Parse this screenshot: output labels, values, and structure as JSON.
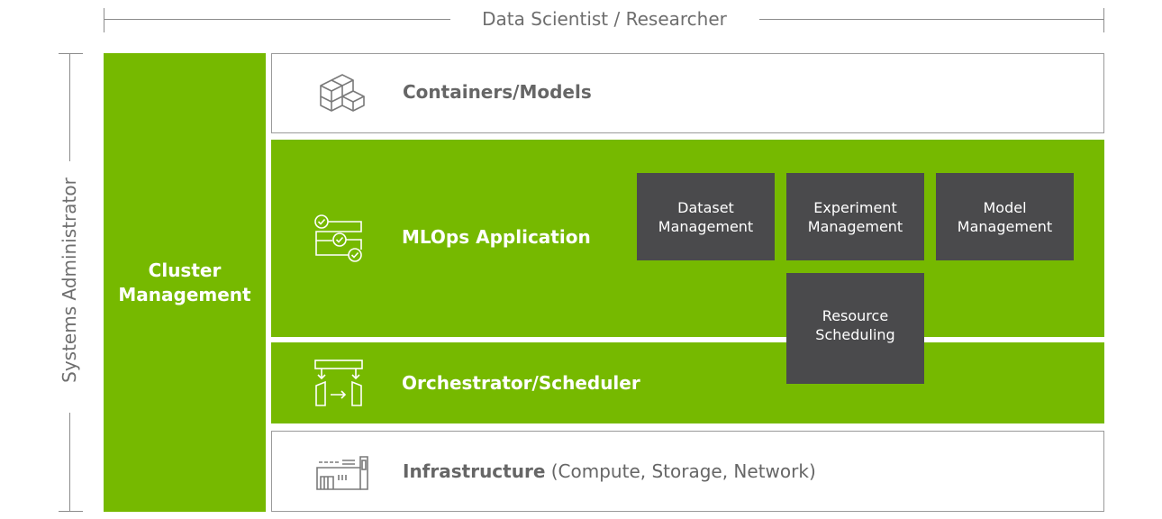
{
  "top_axis": {
    "label": "Data Scientist / Researcher"
  },
  "side_axis": {
    "label": "Systems Administrator"
  },
  "cluster": {
    "line1": "Cluster",
    "line2": "Management"
  },
  "layers": {
    "containers": {
      "label": "Containers/Models",
      "icon": "cubes-icon"
    },
    "mlops": {
      "label": "MLOps Application",
      "icon": "checklist-flow-icon"
    },
    "orchestrator": {
      "label": "Orchestrator/Scheduler",
      "icon": "scheduler-flow-icon"
    },
    "infrastructure": {
      "label": "Infrastructure",
      "suffix": " (Compute, Storage, Network)",
      "icon": "datacenter-icon"
    }
  },
  "boxes": {
    "dataset": {
      "line1": "Dataset",
      "line2": "Management"
    },
    "experiment": {
      "line1": "Experiment",
      "line2": "Management"
    },
    "model": {
      "line1": "Model",
      "line2": "Management"
    },
    "resource": {
      "line1": "Resource",
      "line2": "Scheduling"
    }
  },
  "colors": {
    "accent_green": "#76b900",
    "box_gray": "#4a4a4c",
    "line_gray": "#8c8c8c",
    "text_gray": "#666666"
  }
}
